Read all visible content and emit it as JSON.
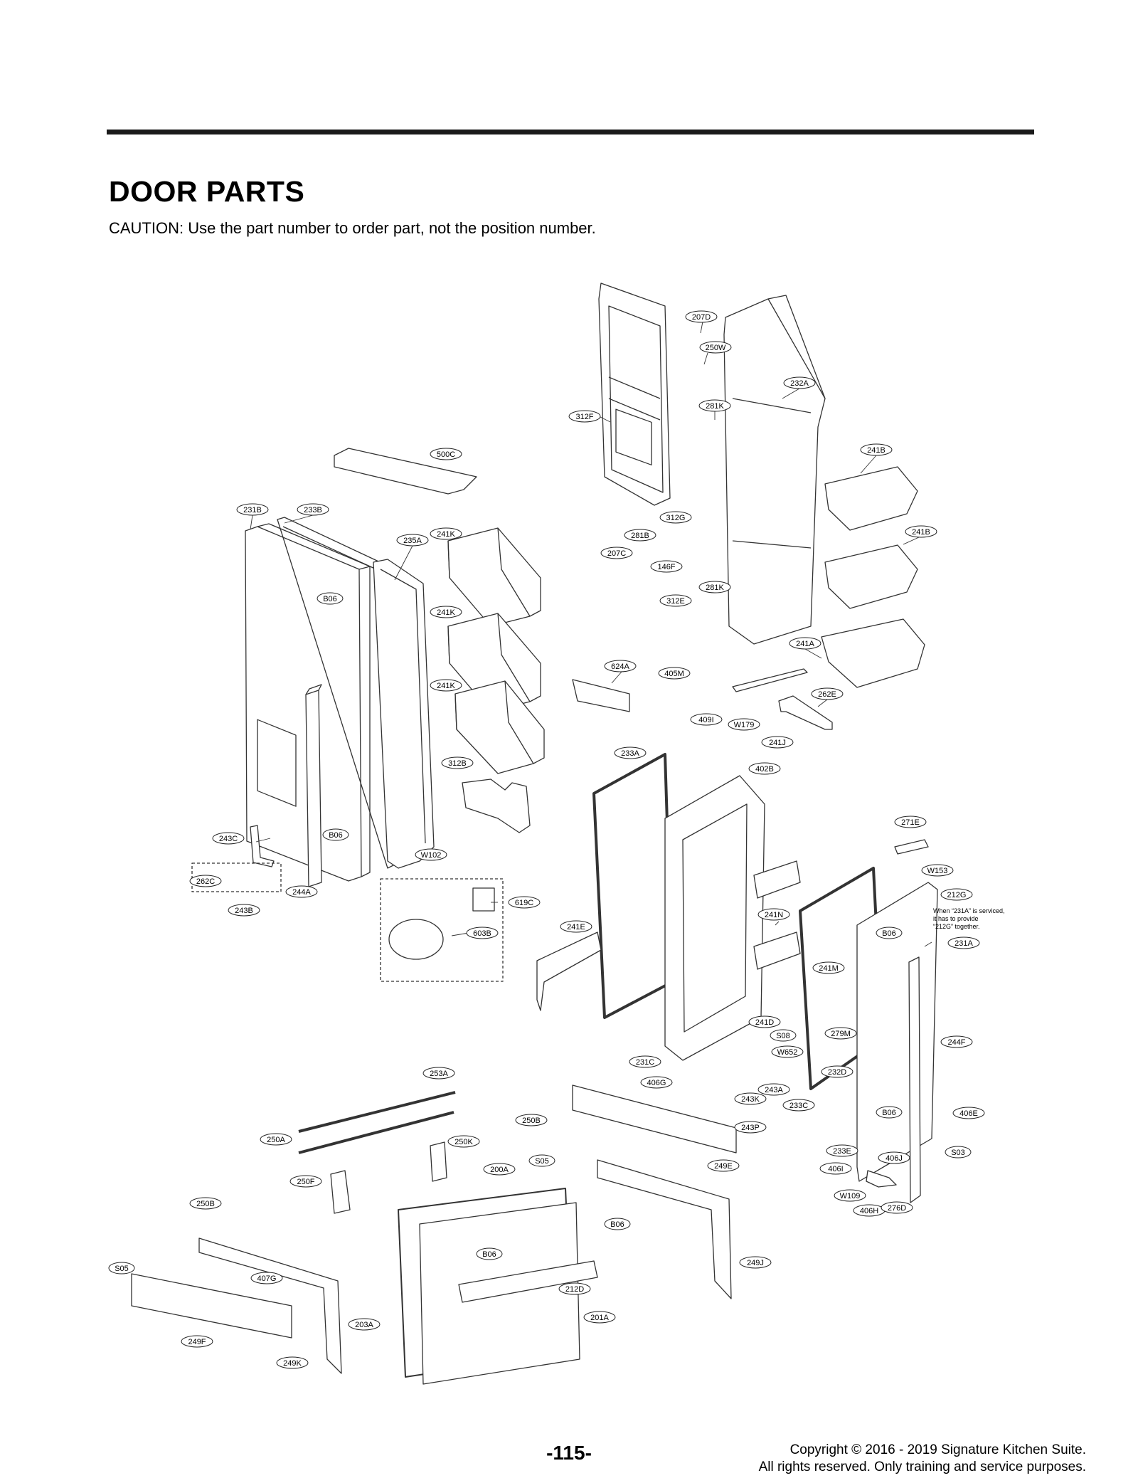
{
  "header": {
    "title": "DOOR PARTS",
    "caution": "CAUTION: Use the part number to order part, not the position number."
  },
  "labels": [
    {
      "id": "207D",
      "text": "207D"
    },
    {
      "id": "250W",
      "text": "250W"
    },
    {
      "id": "232A",
      "text": "232A"
    },
    {
      "id": "281K_a",
      "text": "281K"
    },
    {
      "id": "312F",
      "text": "312F"
    },
    {
      "id": "500C",
      "text": "500C"
    },
    {
      "id": "241B_a",
      "text": "241B"
    },
    {
      "id": "231B",
      "text": "231B"
    },
    {
      "id": "233B",
      "text": "233B"
    },
    {
      "id": "312G",
      "text": "312G"
    },
    {
      "id": "235A",
      "text": "235A"
    },
    {
      "id": "241K_a",
      "text": "241K"
    },
    {
      "id": "281B",
      "text": "281B"
    },
    {
      "id": "207C",
      "text": "207C"
    },
    {
      "id": "146F",
      "text": "146F"
    },
    {
      "id": "241B_b",
      "text": "241B"
    },
    {
      "id": "B06_a",
      "text": "B06"
    },
    {
      "id": "281K_b",
      "text": "281K"
    },
    {
      "id": "312E",
      "text": "312E"
    },
    {
      "id": "241K_b",
      "text": "241K"
    },
    {
      "id": "241A",
      "text": "241A"
    },
    {
      "id": "624A",
      "text": "624A"
    },
    {
      "id": "405M",
      "text": "405M"
    },
    {
      "id": "241K_c",
      "text": "241K"
    },
    {
      "id": "262E",
      "text": "262E"
    },
    {
      "id": "409I",
      "text": "409I"
    },
    {
      "id": "W179",
      "text": "W179"
    },
    {
      "id": "241J",
      "text": "241J"
    },
    {
      "id": "233A",
      "text": "233A"
    },
    {
      "id": "312B",
      "text": "312B"
    },
    {
      "id": "402B",
      "text": "402B"
    },
    {
      "id": "271E",
      "text": "271E"
    },
    {
      "id": "243C",
      "text": "243C"
    },
    {
      "id": "B06_b",
      "text": "B06"
    },
    {
      "id": "W102",
      "text": "W102"
    },
    {
      "id": "W153",
      "text": "W153"
    },
    {
      "id": "262C",
      "text": "262C"
    },
    {
      "id": "244A",
      "text": "244A"
    },
    {
      "id": "619C",
      "text": "619C"
    },
    {
      "id": "212G",
      "text": "212G"
    },
    {
      "id": "243B",
      "text": "243B"
    },
    {
      "id": "241N",
      "text": "241N"
    },
    {
      "id": "241E",
      "text": "241E"
    },
    {
      "id": "603B",
      "text": "603B"
    },
    {
      "id": "B06_c",
      "text": "B06"
    },
    {
      "id": "231A",
      "text": "231A"
    },
    {
      "id": "241M",
      "text": "241M"
    },
    {
      "id": "241D",
      "text": "241D"
    },
    {
      "id": "S08",
      "text": "S08"
    },
    {
      "id": "279M",
      "text": "279M"
    },
    {
      "id": "244F",
      "text": "244F"
    },
    {
      "id": "W652",
      "text": "W652"
    },
    {
      "id": "231C",
      "text": "231C"
    },
    {
      "id": "253A",
      "text": "253A"
    },
    {
      "id": "232D",
      "text": "232D"
    },
    {
      "id": "406G",
      "text": "406G"
    },
    {
      "id": "243A",
      "text": "243A"
    },
    {
      "id": "243K",
      "text": "243K"
    },
    {
      "id": "233C",
      "text": "233C"
    },
    {
      "id": "B06_d",
      "text": "B06"
    },
    {
      "id": "406E",
      "text": "406E"
    },
    {
      "id": "250B_a",
      "text": "250B"
    },
    {
      "id": "243P",
      "text": "243P"
    },
    {
      "id": "250A",
      "text": "250A"
    },
    {
      "id": "250K",
      "text": "250K"
    },
    {
      "id": "S05_a",
      "text": "S05"
    },
    {
      "id": "249E",
      "text": "249E"
    },
    {
      "id": "233E",
      "text": "233E"
    },
    {
      "id": "S03",
      "text": "S03"
    },
    {
      "id": "406J",
      "text": "406J"
    },
    {
      "id": "200A",
      "text": "200A"
    },
    {
      "id": "406I",
      "text": "406I"
    },
    {
      "id": "250F",
      "text": "250F"
    },
    {
      "id": "W109",
      "text": "W109"
    },
    {
      "id": "250B_b",
      "text": "250B"
    },
    {
      "id": "406H",
      "text": "406H"
    },
    {
      "id": "276D",
      "text": "276D"
    },
    {
      "id": "B06_e",
      "text": "B06"
    },
    {
      "id": "B06_f",
      "text": "B06"
    },
    {
      "id": "249J",
      "text": "249J"
    },
    {
      "id": "S05_b",
      "text": "S05"
    },
    {
      "id": "212D",
      "text": "212D"
    },
    {
      "id": "407G",
      "text": "407G"
    },
    {
      "id": "201A",
      "text": "201A"
    },
    {
      "id": "203A",
      "text": "203A"
    },
    {
      "id": "249F",
      "text": "249F"
    },
    {
      "id": "249K",
      "text": "249K"
    }
  ],
  "note": {
    "line1": "When “231A” is serviced,",
    "line2": "it has to provide",
    "line3": "“212G” together."
  },
  "footer": {
    "page_number": "-115-",
    "copyright_line1": "Copyright © 2016 - 2019 Signature Kitchen Suite.",
    "copyright_line2": "All rights reserved. Only training and service purposes."
  }
}
